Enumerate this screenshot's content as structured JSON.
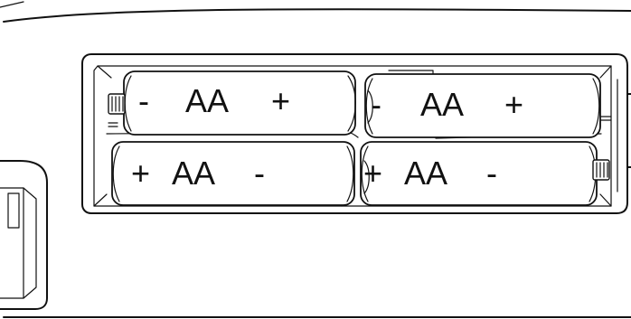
{
  "batteries": [
    {
      "left_text": "-",
      "mid_text": "AA",
      "right_text": "+"
    },
    {
      "left_text": "-",
      "mid_text": "AA",
      "right_text": "+"
    },
    {
      "left_text": "+",
      "mid_text": "AA",
      "right_text": "-"
    },
    {
      "left_text": "+",
      "mid_text": "AA",
      "right_text": "-"
    }
  ]
}
